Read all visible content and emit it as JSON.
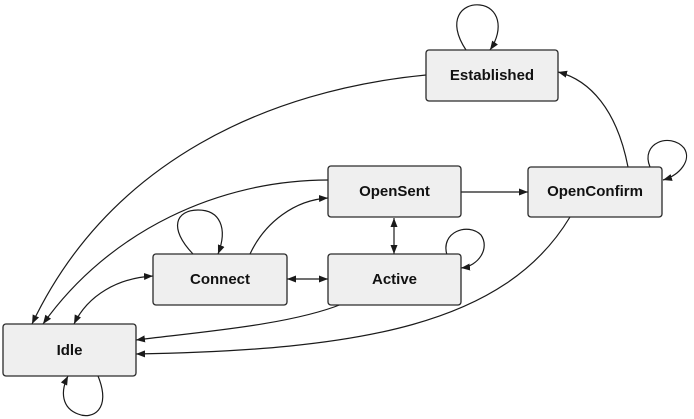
{
  "diagram": {
    "type": "state-diagram",
    "colors": {
      "box_fill": "#efefef",
      "box_stroke": "#2a2a2a",
      "edge": "#1a1a1a",
      "text": "#111111"
    },
    "states": {
      "established": "Established",
      "opensent": "OpenSent",
      "openconfirm": "OpenConfirm",
      "connect": "Connect",
      "active": "Active",
      "idle": "Idle"
    },
    "transitions": [
      {
        "from": "Established",
        "to": "Established"
      },
      {
        "from": "Established",
        "to": "Idle"
      },
      {
        "from": "OpenSent",
        "to": "Idle"
      },
      {
        "from": "OpenSent",
        "to": "OpenConfirm"
      },
      {
        "from": "OpenSent",
        "to": "Active",
        "bidirectional": true
      },
      {
        "from": "OpenConfirm",
        "to": "OpenConfirm"
      },
      {
        "from": "OpenConfirm",
        "to": "Established"
      },
      {
        "from": "OpenConfirm",
        "to": "Idle"
      },
      {
        "from": "Connect",
        "to": "Connect"
      },
      {
        "from": "Connect",
        "to": "OpenSent"
      },
      {
        "from": "Connect",
        "to": "Active",
        "bidirectional": true
      },
      {
        "from": "Idle",
        "to": "Connect",
        "bidirectional": true
      },
      {
        "from": "Active",
        "to": "Active"
      },
      {
        "from": "Active",
        "to": "Idle"
      },
      {
        "from": "Idle",
        "to": "Idle"
      }
    ]
  }
}
